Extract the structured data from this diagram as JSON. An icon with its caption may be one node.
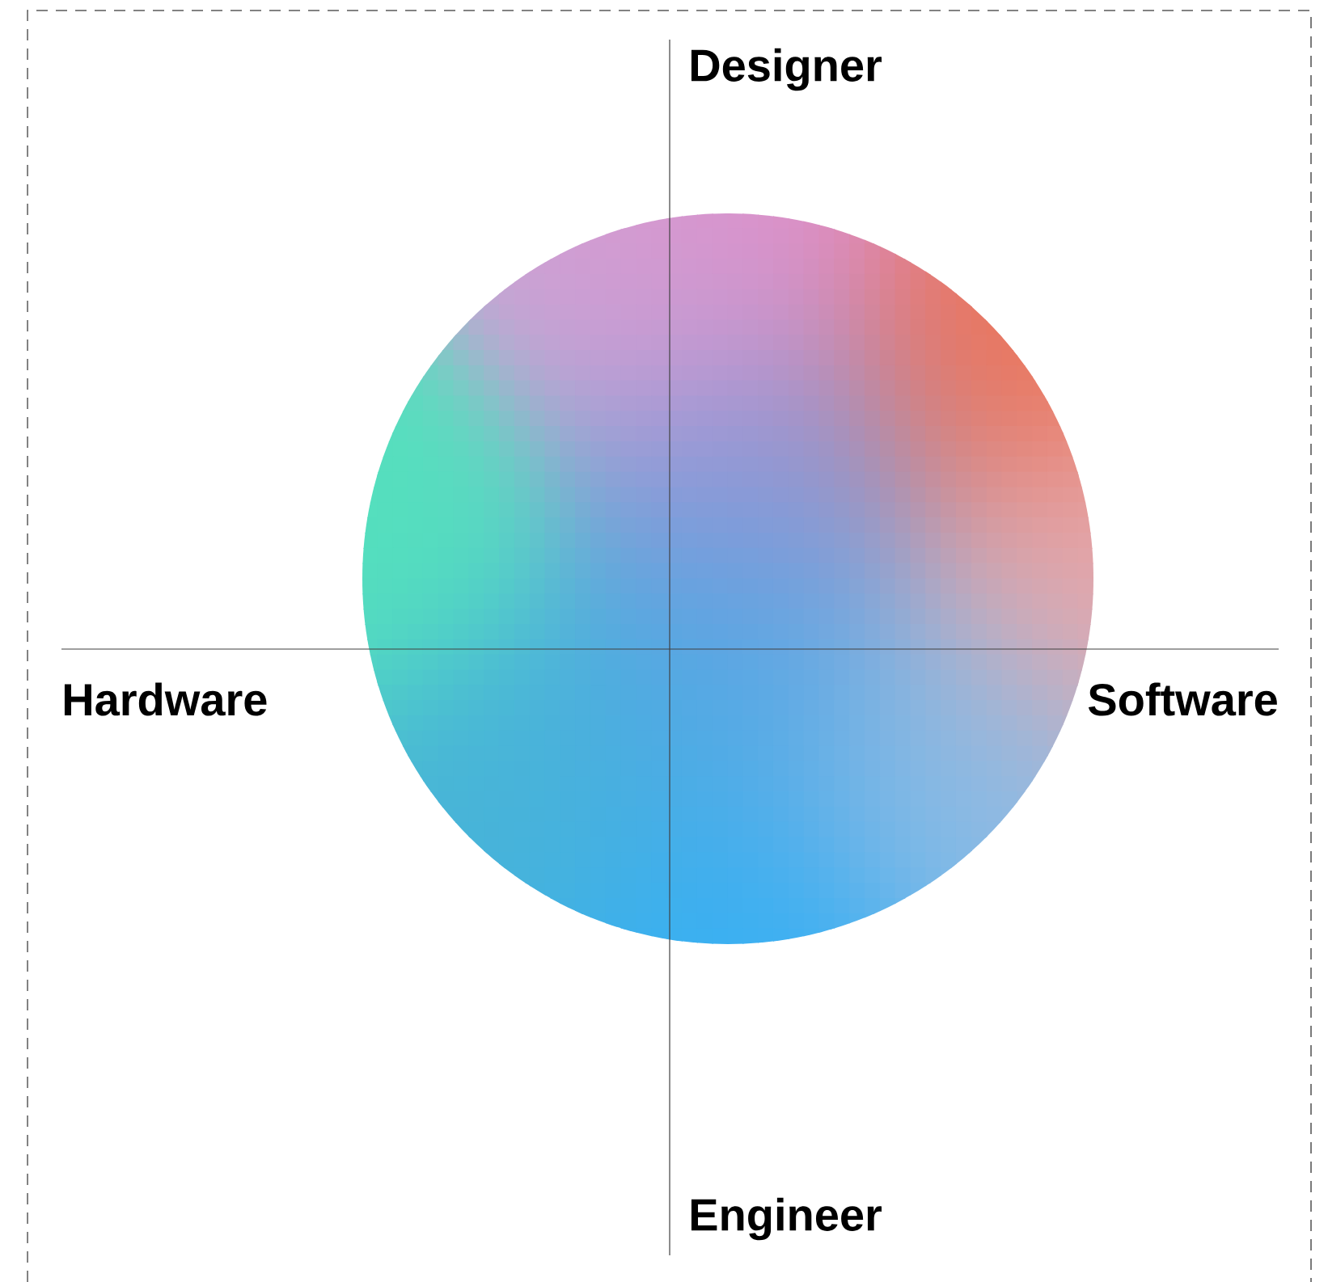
{
  "diagram": {
    "labels": [
      "Designer",
      "Hardware",
      "Software",
      "Engineer"
    ]
  }
}
